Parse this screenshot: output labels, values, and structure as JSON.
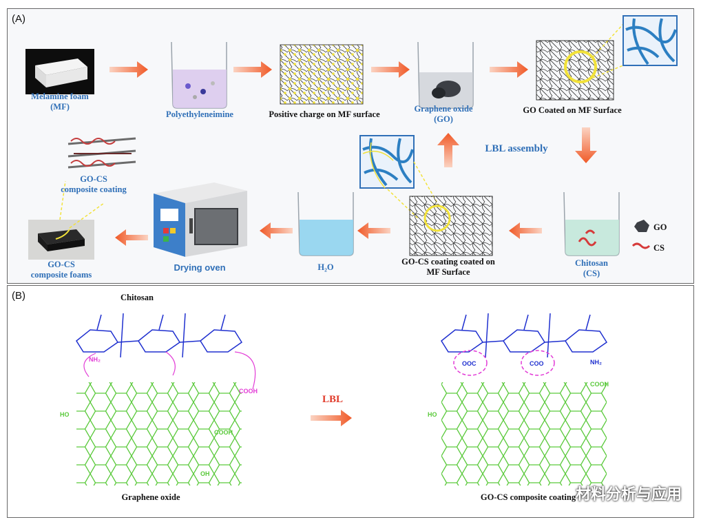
{
  "panel_a": {
    "label": "(A)",
    "steps": {
      "mf": "Melamine foam",
      "mf_abbr": "(MF)",
      "pei": "Polyethyleneimine",
      "positive": "Positive charge on MF surface",
      "go": "Graphene oxide",
      "go_abbr": "(GO)",
      "go_coated": "GO Coated on MF Surface",
      "lbl_assembly": "LBL assembly",
      "chitosan": "Chitosan",
      "chitosan_abbr": "(CS)",
      "gocs_coated_1": "GO-CS coating coated on",
      "gocs_coated_2": "MF Surface",
      "water": "H₂O",
      "oven": "Drying oven",
      "foams_1": "GO-CS",
      "foams_2": "composite foams",
      "coating_1": "GO-CS",
      "coating_2": "composite coating"
    },
    "legend": {
      "go": "GO",
      "cs": "CS"
    }
  },
  "panel_b": {
    "label": "(B)",
    "chitosan": "Chitosan",
    "graphene_oxide": "Graphene oxide",
    "lbl": "LBL",
    "composite": "GO-CS composite coating",
    "groups": {
      "cooh": "COOH",
      "oh": "OH",
      "ho": "HO",
      "nh2": "NH₂",
      "coo": "COO",
      "ooc": "OOC"
    }
  },
  "watermark": "材料分析与应用",
  "colors": {
    "arrow": "#f05a28",
    "label_blue": "#2f6fb7",
    "chitosan": "#1e2fcf",
    "graphene": "#59c93a",
    "amine": "#e23ad6"
  }
}
